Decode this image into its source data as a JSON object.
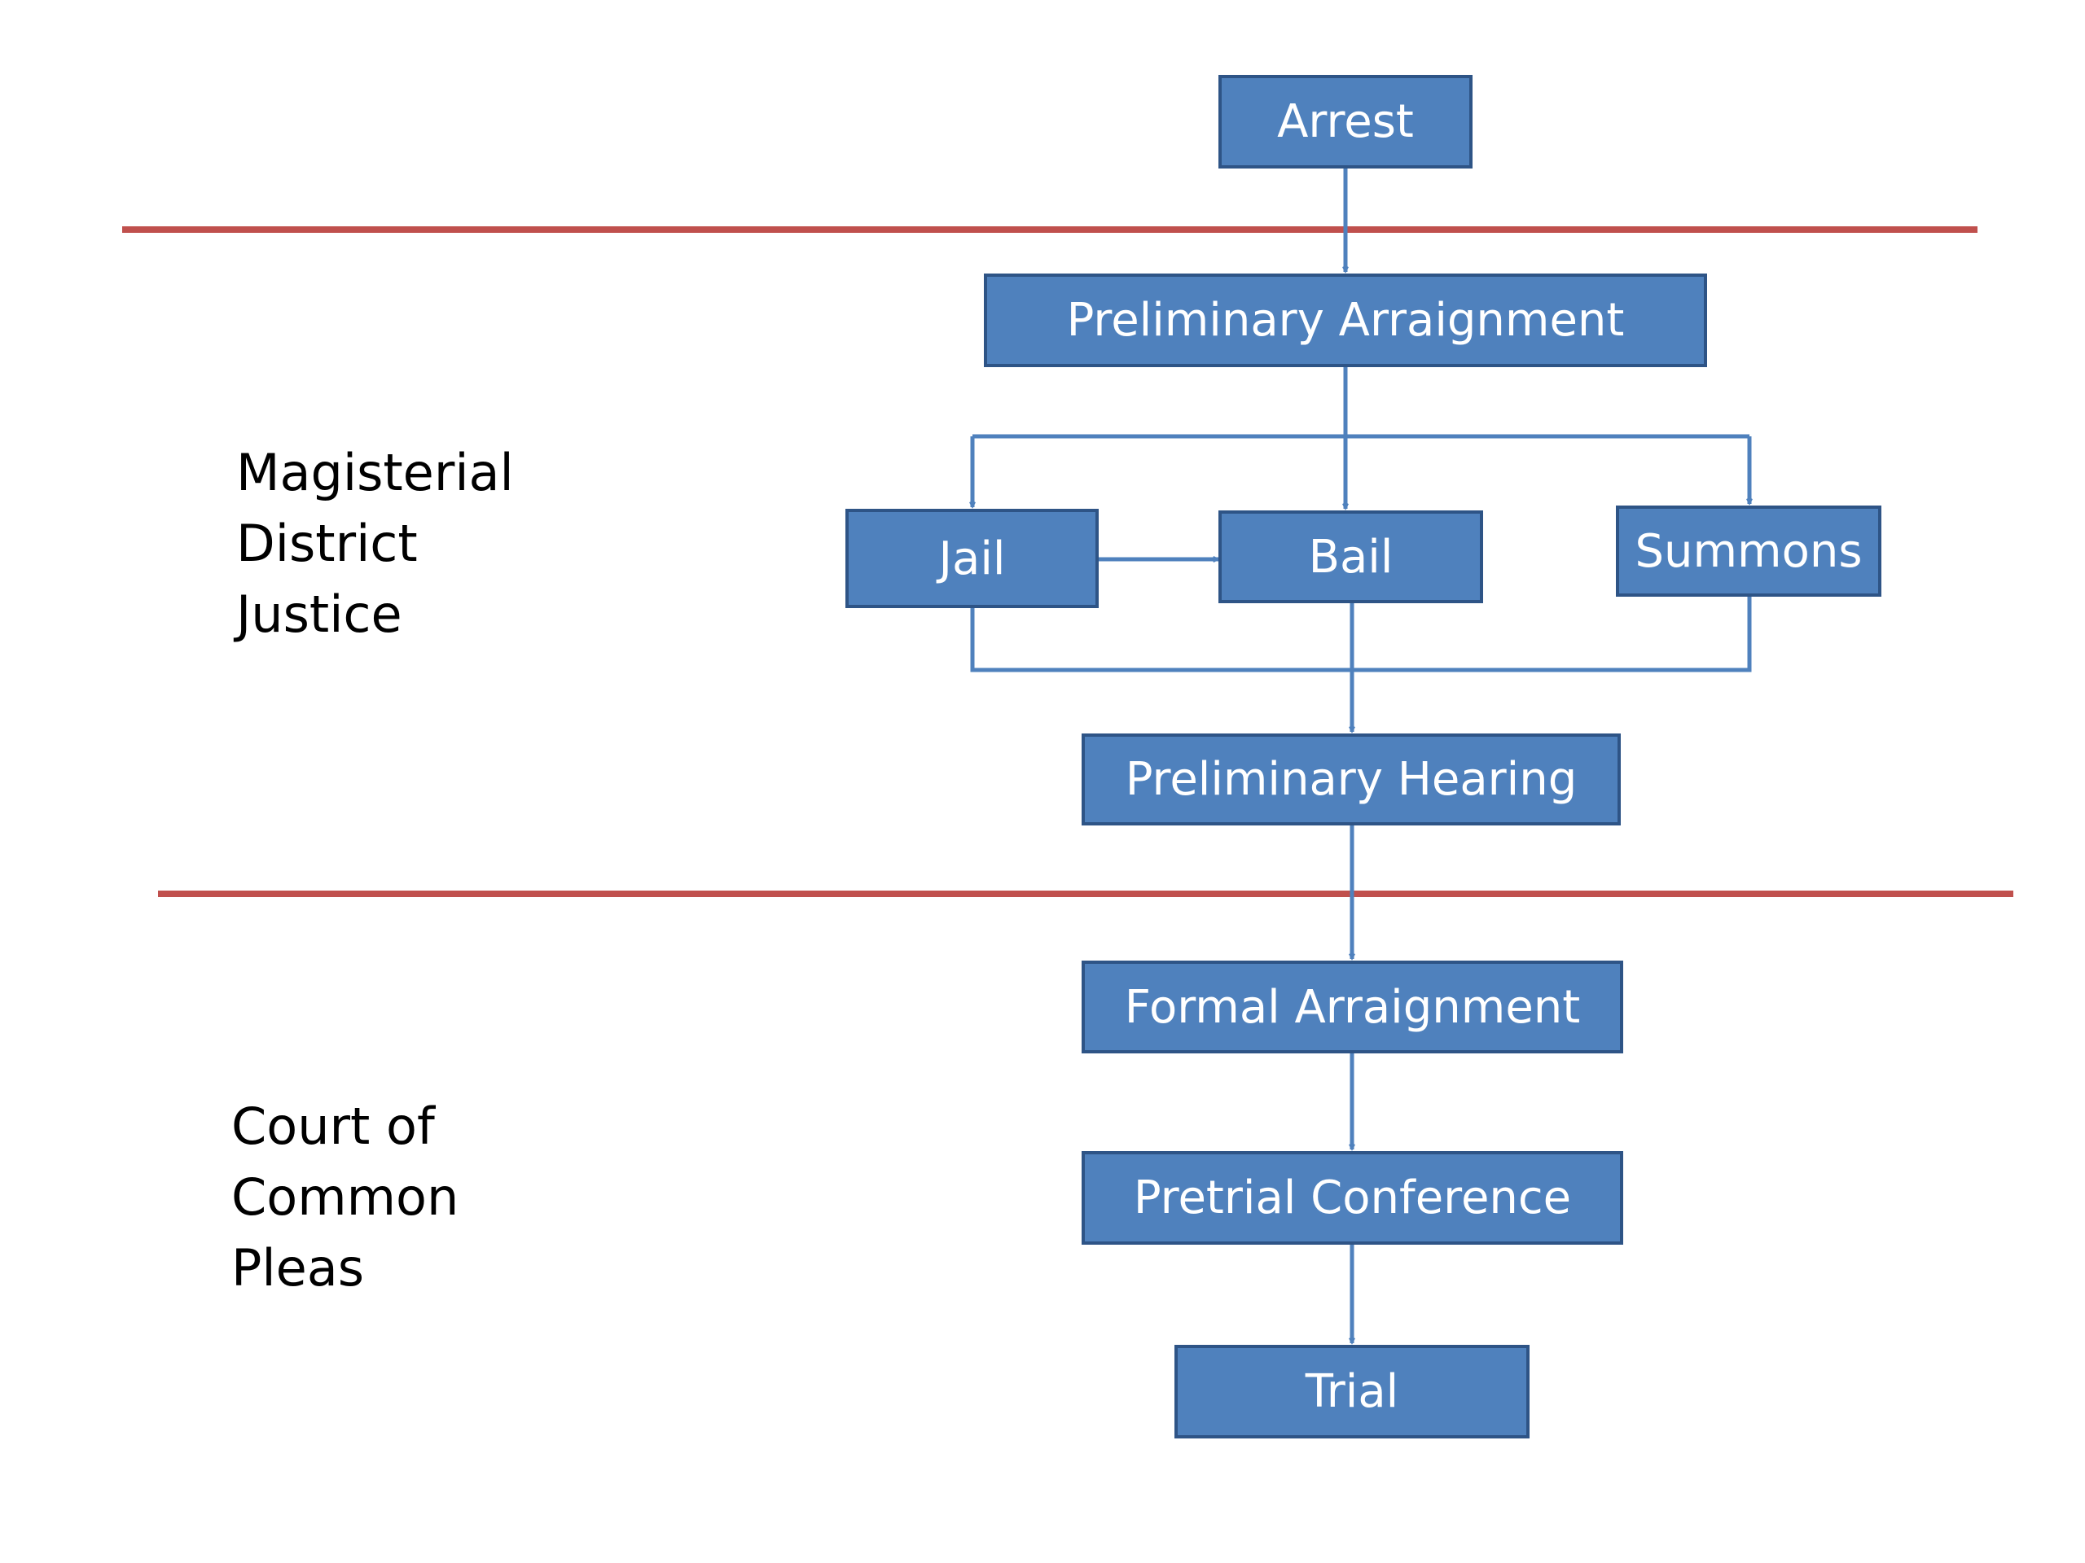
{
  "title": "",
  "colors": {
    "box_fill": "#4f81bd",
    "box_border": "#2e5486",
    "box_text": "#ffffff",
    "connector": "#4f81bd",
    "divider": "#c0504d",
    "label_text": "#000000"
  },
  "sections": [
    {
      "id": "magisterial",
      "lines": [
        "Magisterial",
        "District",
        "Justice"
      ]
    },
    {
      "id": "common-pleas",
      "lines": [
        "Court of",
        "Common",
        "Pleas"
      ]
    }
  ],
  "nodes": {
    "arrest": "Arrest",
    "preliminary_arraignment": "Preliminary Arraignment",
    "jail": "Jail",
    "bail": "Bail",
    "summons": "Summons",
    "preliminary_hearing": "Preliminary Hearing",
    "formal_arraignment": "Formal Arraignment",
    "pretrial_conference": "Pretrial Conference",
    "trial": "Trial"
  },
  "edges": [
    {
      "from": "arrest",
      "to": "preliminary_arraignment"
    },
    {
      "from": "preliminary_arraignment",
      "to": "jail"
    },
    {
      "from": "preliminary_arraignment",
      "to": "bail"
    },
    {
      "from": "preliminary_arraignment",
      "to": "summons"
    },
    {
      "from": "jail",
      "to": "bail"
    },
    {
      "from": "jail",
      "to": "preliminary_hearing"
    },
    {
      "from": "bail",
      "to": "preliminary_hearing"
    },
    {
      "from": "summons",
      "to": "preliminary_hearing"
    },
    {
      "from": "preliminary_hearing",
      "to": "formal_arraignment"
    },
    {
      "from": "formal_arraignment",
      "to": "pretrial_conference"
    },
    {
      "from": "pretrial_conference",
      "to": "trial"
    }
  ]
}
